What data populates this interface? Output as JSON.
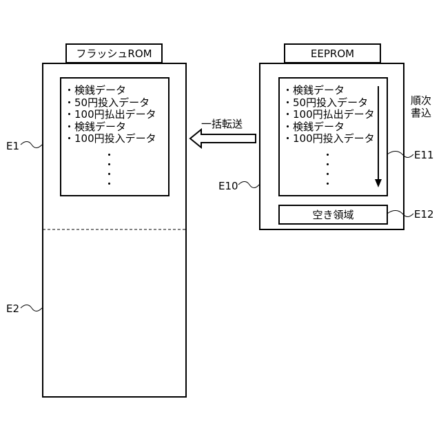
{
  "flash": {
    "title": "フラッシュROM",
    "items": [
      "・検銭データ",
      "・50円投入データ",
      "・100円払出データ",
      "・検銭データ",
      "・100円投入データ"
    ],
    "dots": [
      "・",
      "・",
      "・",
      "・"
    ],
    "label_e1": "E1",
    "label_e2": "E2"
  },
  "eeprom": {
    "title": "EEPROM",
    "items": [
      "・検銭データ",
      "・50円投入データ",
      "・100円払出データ",
      "・検銭データ",
      "・100円投入データ"
    ],
    "dots": [
      "・",
      "・",
      "・",
      "・"
    ],
    "side_label_1": "順次",
    "side_label_2": "書込",
    "free_area": "空き領域",
    "label_e10": "E10",
    "label_e11": "E11",
    "label_e12": "E12"
  },
  "transfer_label": "一括転送"
}
